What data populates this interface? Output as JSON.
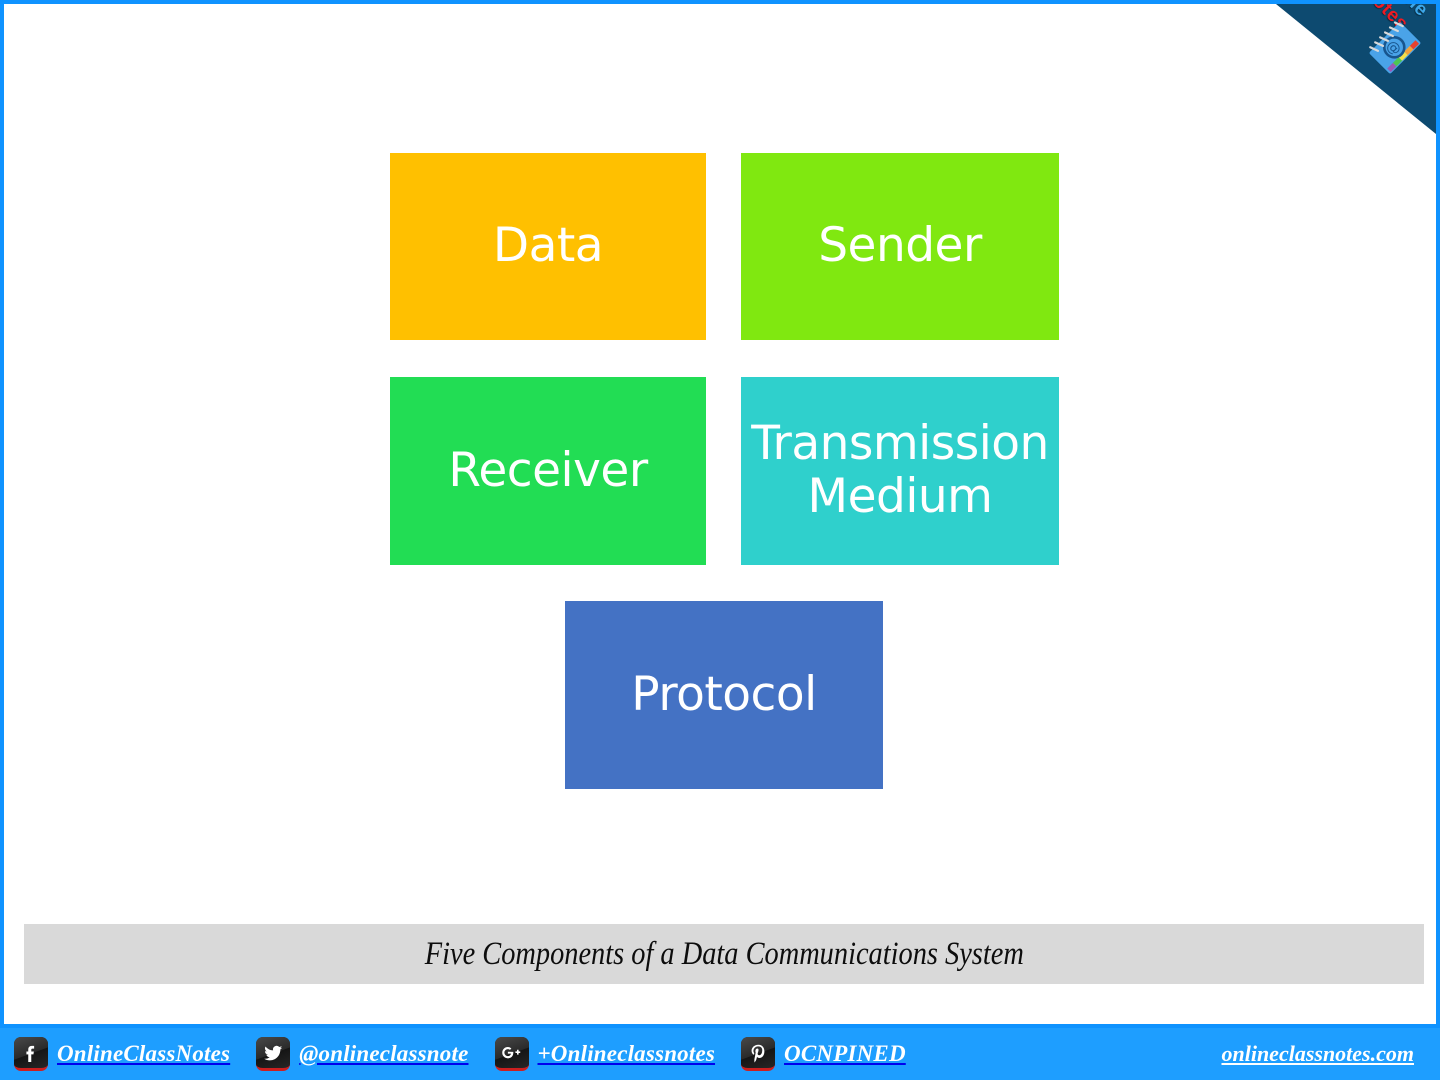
{
  "theme": {
    "frame_border_color": "#0f93ff",
    "canvas_background": "#ffffff",
    "caption_bar_color": "#d9d9d9",
    "social_bar_color": "#1e9eff",
    "ribbon_color": "#0d4a70"
  },
  "ribbon": {
    "line1": "Online",
    "line2": "Class Notes",
    "line1_color": "#3ea7e8",
    "line2_color": "#ee1b23",
    "icon": "notebook-icon"
  },
  "diagram": {
    "title": "Five Components of a Data Communications System",
    "boxes": [
      {
        "id": "data",
        "label": "Data",
        "color": "#ffc000",
        "text_color": "#ffffff",
        "row": 1,
        "col": 1
      },
      {
        "id": "sender",
        "label": "Sender",
        "color": "#80e810",
        "text_color": "#ffffff",
        "row": 1,
        "col": 2
      },
      {
        "id": "receiver",
        "label": "Receiver",
        "color": "#22dd54",
        "text_color": "#ffffff",
        "row": 2,
        "col": 1
      },
      {
        "id": "transmission",
        "label": "Transmission Medium",
        "line1": "Transmission",
        "line2": "Medium",
        "color": "#2fd0cc",
        "text_color": "#ffffff",
        "row": 2,
        "col": 2
      },
      {
        "id": "protocol",
        "label": "Protocol",
        "color": "#4472c4",
        "text_color": "#ffffff",
        "row": 3,
        "col": 1
      }
    ]
  },
  "caption": {
    "text": "Five Components of a Data Communications System"
  },
  "social_bar": {
    "items": [
      {
        "icon": "facebook-icon",
        "label": "OnlineClassNotes"
      },
      {
        "icon": "twitter-icon",
        "label": "@onlineclassnote"
      },
      {
        "icon": "googleplus-icon",
        "label": "+Onlineclassnotes"
      },
      {
        "icon": "pinterest-icon",
        "label": "OCNPINED"
      }
    ],
    "website": "onlineclassnotes.com"
  }
}
